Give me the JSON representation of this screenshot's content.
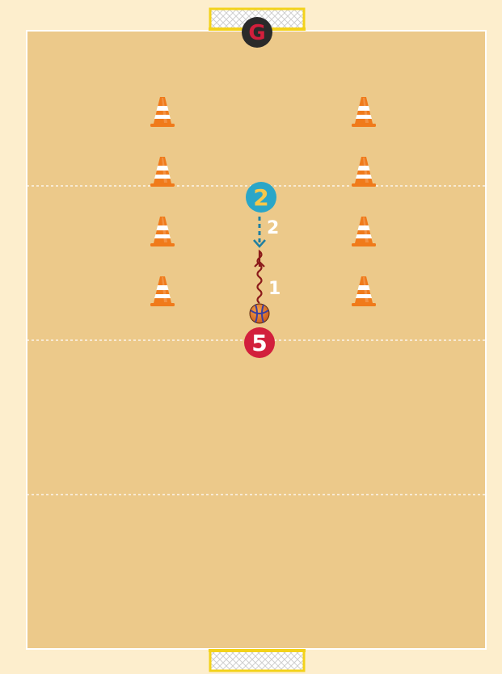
{
  "players": {
    "goalkeeper": {
      "label": "G",
      "color": "#d21f3c",
      "fill": "#2a2a2a"
    },
    "attacker": {
      "label": "5",
      "color": "#ffffff",
      "fill": "#d21f3c"
    },
    "defender": {
      "label": "2",
      "color": "#f6c84a",
      "fill": "#2aa6c8"
    }
  },
  "movements": {
    "dribble": {
      "label": "1",
      "color": "#8b1a1a"
    },
    "run": {
      "label": "2",
      "color": "#1f7fa1"
    }
  },
  "colors": {
    "outer": "#fdeecd",
    "court": "#ecc98a",
    "lines": "#ffffff",
    "goal_frame": "#f3d21a",
    "cone": "#f07a1a",
    "cone_stripe": "#ffffff"
  },
  "cone_count": 8
}
